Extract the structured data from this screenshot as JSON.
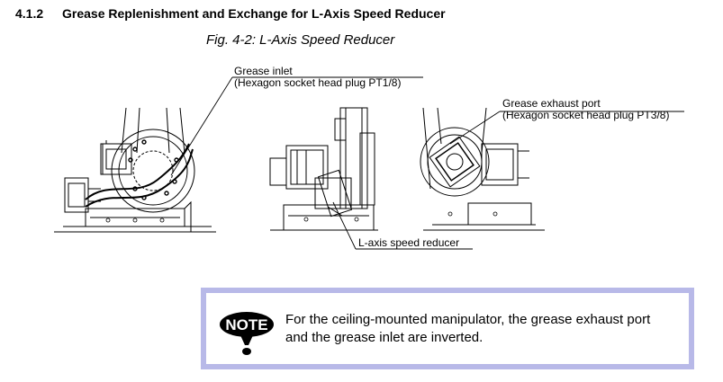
{
  "section": {
    "number": "4.1.2",
    "title": "Grease Replenishment and Exchange for L-Axis Speed Reducer"
  },
  "figure": {
    "caption": "Fig. 4-2: L-Axis Speed Reducer",
    "callouts": {
      "grease_inlet": "Grease inlet",
      "grease_inlet_detail": "(Hexagon socket head plug PT1/8)",
      "grease_exhaust": "Grease exhaust port",
      "grease_exhaust_detail": "(Hexagon socket head plug PT3/8)",
      "l_axis_reducer": "L-axis speed reducer"
    }
  },
  "note": {
    "icon_label": "NOTE",
    "text": "For the ceiling-mounted manipulator, the grease exhaust port and the grease inlet are inverted."
  }
}
